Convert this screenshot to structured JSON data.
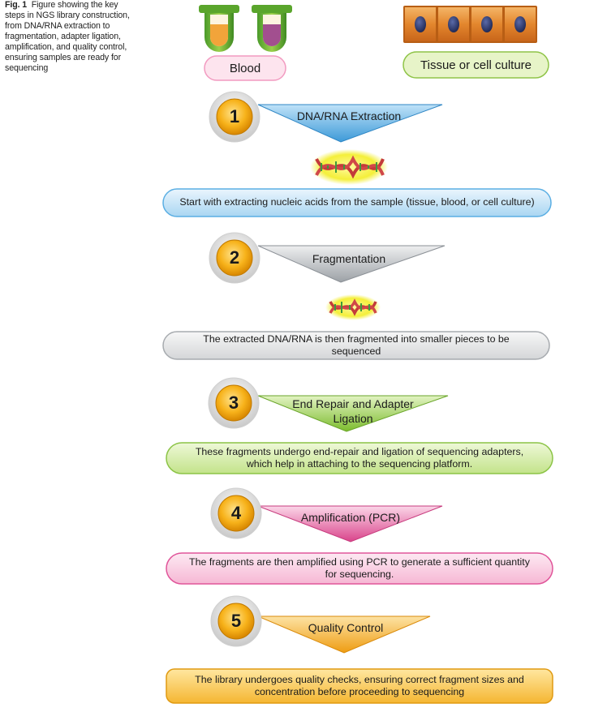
{
  "caption": {
    "fig_label": "Fig. 1",
    "text": "Figure showing the key steps in NGS library construction, from DNA/RNA extraction to fragmentation, adapter ligation, amplification, and quality control, ensuring samples are ready for sequencing"
  },
  "sources": {
    "blood_label": "Blood",
    "tissue_label": "Tissue or cell culture"
  },
  "steps": [
    {
      "number": "1",
      "title": "DNA/RNA Extraction",
      "description": "Start with extracting nucleic acids from the sample (tissue, blood, or cell culture)",
      "color": "#3d9ad8"
    },
    {
      "number": "2",
      "title": "Fragmentation",
      "description": "The extracted DNA/RNA is then fragmented into smaller pieces to be sequenced",
      "color": "#a9adb2"
    },
    {
      "number": "3",
      "title": "End Repair and Adapter\nLigation",
      "description": "These fragments undergo end-repair and ligation of sequencing adapters,\nwhich help in attaching to the sequencing platform.",
      "color": "#8dc63f"
    },
    {
      "number": "4",
      "title": "Amplification (PCR)",
      "description": "The fragments are then amplified using PCR to generate a sufficient quantity\nfor sequencing.",
      "color": "#e0559a"
    },
    {
      "number": "5",
      "title": "Quality Control",
      "description": "The library undergoes quality checks, ensuring correct fragment sizes and\nconcentration before proceeding to sequencing",
      "color": "#f2a81d"
    }
  ]
}
